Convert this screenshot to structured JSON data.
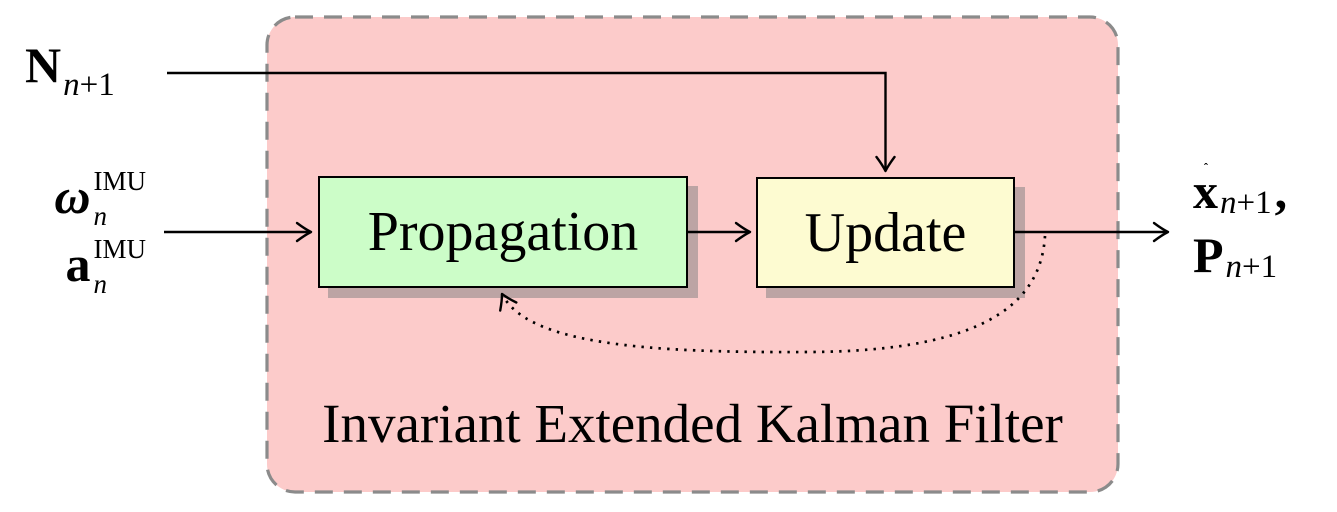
{
  "diagram": {
    "title": "Invariant Extended Kalman Filter",
    "blocks": {
      "propagation": "Propagation",
      "update": "Update"
    },
    "inputs": {
      "measurement": {
        "base": "N",
        "sub_var": "n",
        "sub_op": "+1"
      },
      "gyro": {
        "base": "ω",
        "sup": "IMU",
        "sub_var": "n"
      },
      "accel": {
        "base": "a",
        "sup": "IMU",
        "sub_var": "n"
      }
    },
    "outputs": {
      "state": {
        "hat": "ˆ",
        "base": "x",
        "sub_var": "n",
        "sub_op": "+1",
        "suffix": ","
      },
      "covariance": {
        "base": "P",
        "sub_var": "n",
        "sub_op": "+1"
      }
    },
    "colors": {
      "container_fill": "#fccbca",
      "container_border": "#8b8b8b",
      "propagation_fill": "#ccfdc8",
      "update_fill": "#fdfbd1",
      "shadow": "#bca4a4",
      "line": "#000000"
    }
  }
}
